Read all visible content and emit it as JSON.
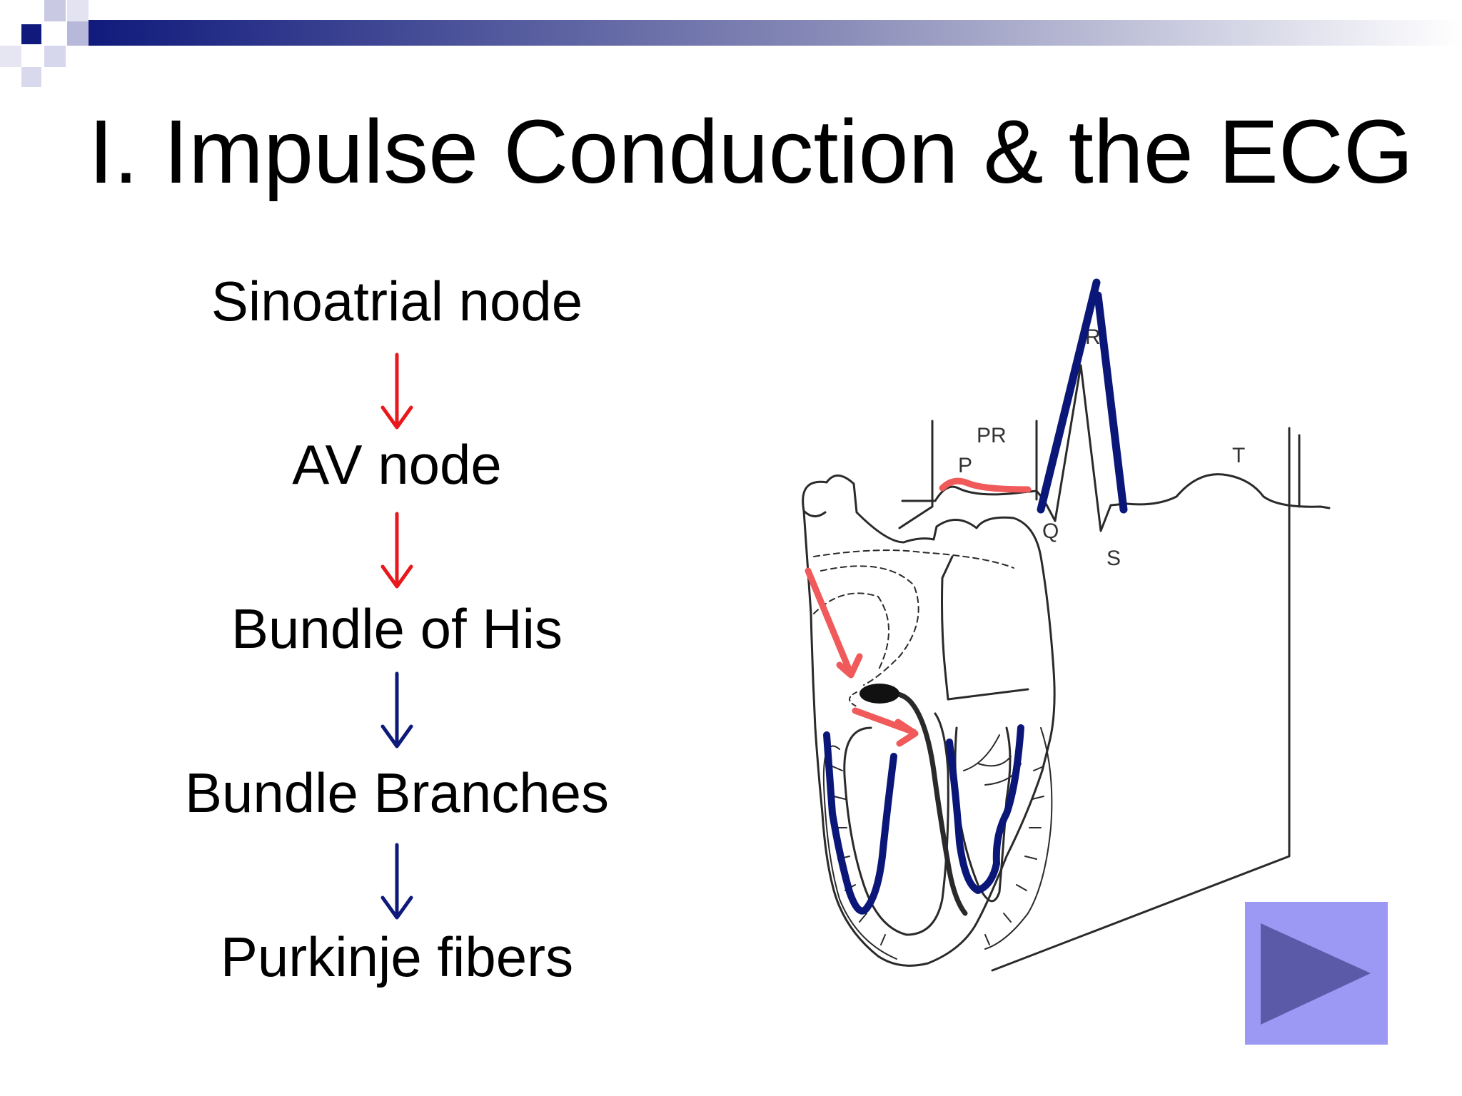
{
  "slide": {
    "title": "I.  Impulse Conduction & the ECG",
    "flow": [
      {
        "label": "Sinoatrial node",
        "arrow_color": "#e8181c"
      },
      {
        "label": "AV node",
        "arrow_color": "#e8181c"
      },
      {
        "label": "Bundle of His",
        "arrow_color": "#0d1a7a"
      },
      {
        "label": "Bundle Branches",
        "arrow_color": "#0d1a7a"
      },
      {
        "label": "Purkinje fibers"
      }
    ]
  },
  "diagram": {
    "ecg_labels": {
      "pr": "PR",
      "p": "P",
      "q": "Q",
      "r": "R",
      "s": "S",
      "t": "T"
    }
  },
  "colors": {
    "band_dark": "#0f1a7c",
    "band_light": "#ffffff",
    "highlight_red": "#f05a5a",
    "highlight_blue": "#0a1778",
    "nav_button": "#9c99f4",
    "nav_triangle": "#5a5aa8"
  },
  "nav": {
    "icon": "play-next-icon"
  }
}
